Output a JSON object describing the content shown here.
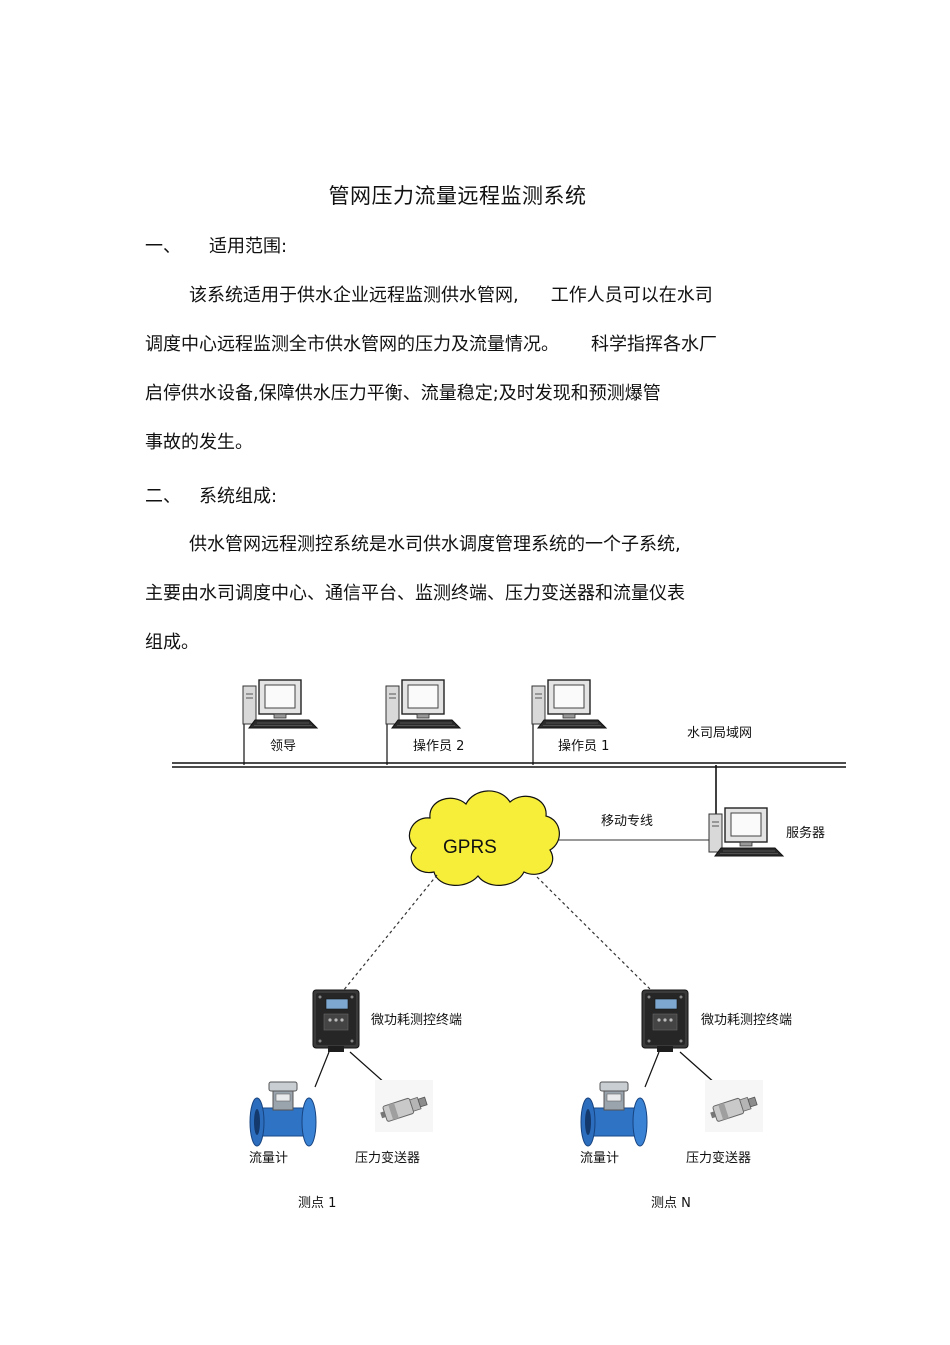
{
  "doc": {
    "title": "管网压力流量远程监测系统",
    "section1": {
      "num": "一、",
      "heading": "适用范围:"
    },
    "para1": {
      "l1a": "该系统适用于供水企业远程监测供水管网,",
      "l1b": "工作人员可以在水司",
      "l2a": "调度中心远程监测全市供水管网的压力及流量情况。",
      "l2b": "科学指挥各水厂",
      "l3": "启停供水设备,保障供水压力平衡、流量稳定;及时发现和预测爆管",
      "l4": "事故的发生。"
    },
    "section2": {
      "num": "二、",
      "heading": "系统组成:"
    },
    "para2": {
      "l1": "供水管网远程测控系统是水司供水调度管理系统的一个子系统,",
      "l2": "主要由水司调度中心、通信平台、监测终端、压力变送器和流量仪表",
      "l3": "组成。"
    }
  },
  "diagram": {
    "pc_leader": "领导",
    "pc_operator2": "操作员 2",
    "pc_operator1": "操作员 1",
    "lan": "水司局域网",
    "mobile_line": "移动专线",
    "server": "服务器",
    "cloud": "GPRS",
    "terminal_left": "微功耗测控终端",
    "terminal_right": "微功耗测控终端",
    "flowmeter_left": "流量计",
    "pressure_left": "压力变送器",
    "flowmeter_right": "流量计",
    "pressure_right": "压力变送器",
    "site_left": "测点 1",
    "site_right": "测点 N"
  }
}
